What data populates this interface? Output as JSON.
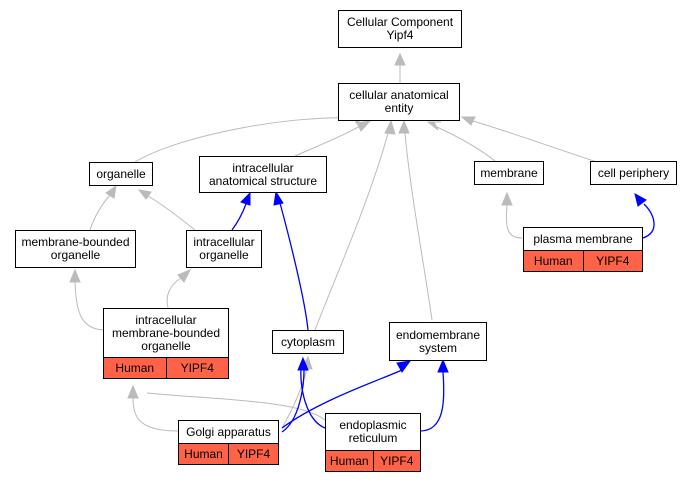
{
  "colors": {
    "is_a_edge": "#bbbbbb",
    "part_of_edge": "#0000ff",
    "annotation_fill": "#ff6347"
  },
  "nodes": {
    "root": "Cellular Component\nYipf4",
    "cae": "cellular anatomical\nentity",
    "organelle": "organelle",
    "ias": "intracellular\nanatomical structure",
    "membrane": "membrane",
    "periphery": "cell periphery",
    "mbo": "membrane-bounded\norganelle",
    "io": "intracellular\norganelle",
    "pm": "plasma membrane",
    "imbo": "intracellular\nmembrane-bounded\norganelle",
    "cyto": "cytoplasm",
    "endo": "endomembrane\nsystem",
    "golgi": "Golgi apparatus",
    "er": "endoplasmic\nreticulum"
  },
  "annotations": {
    "pm": [
      "Human",
      "YIPF4"
    ],
    "imbo": [
      "Human",
      "YIPF4"
    ],
    "golgi": [
      "Human",
      "YIPF4"
    ],
    "er": [
      "Human",
      "YIPF4"
    ]
  }
}
